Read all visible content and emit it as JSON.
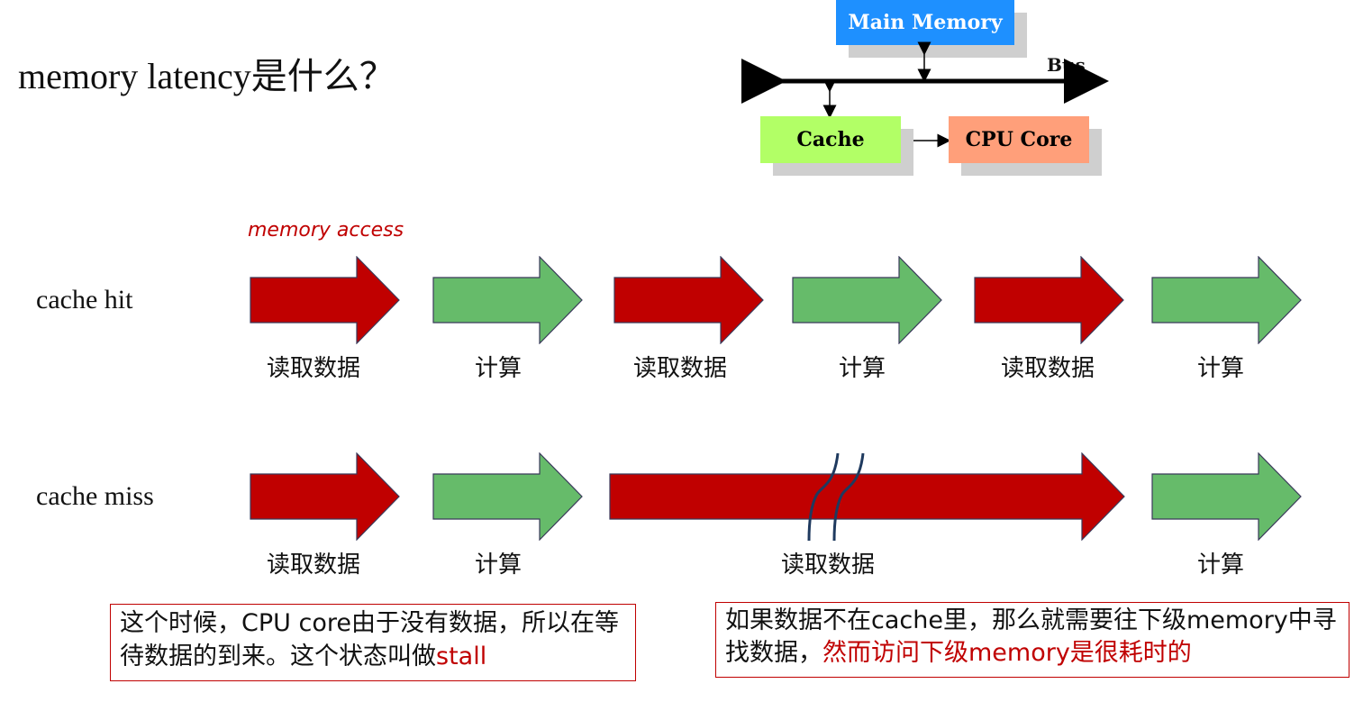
{
  "title": "memory latency是什么？",
  "diagram": {
    "main_memory": "Main Memory",
    "bus": "Bus",
    "cache": "Cache",
    "cpu_core": "CPU Core",
    "colors": {
      "main_memory": "#1e90ff",
      "cache": "#b2ff66",
      "cpu_core": "#ff9f7a"
    }
  },
  "annotation": "memory access",
  "rows": {
    "hit": {
      "label": "cache hit"
    },
    "miss": {
      "label": "cache miss"
    }
  },
  "captions": {
    "read": "读取数据",
    "compute": "计算"
  },
  "colors": {
    "read_arrow": "#c00000",
    "compute_arrow": "#66bb6a"
  },
  "notes": {
    "left": {
      "text": "这个时候，CPU core由于没有数据，所以在等待数据的到来。这个状态叫做",
      "highlight": "stall"
    },
    "right": {
      "text": "如果数据不在cache里，那么就需要往下级memory中寻找数据，",
      "highlight": "然而访问下级memory是很耗时的"
    }
  }
}
